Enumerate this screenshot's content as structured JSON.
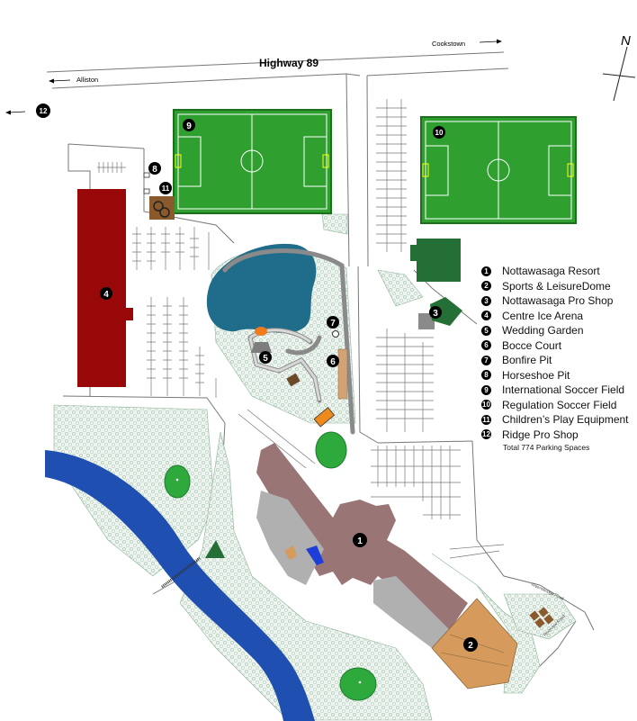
{
  "roads": {
    "highway": "Highway 89",
    "alliston": "Alliston",
    "cookstown": "Cookstown",
    "greensbridge": "Greensbridge Road",
    "riverview": "Riverview Road"
  },
  "compass": "N",
  "markers": [
    "1",
    "2",
    "3",
    "4",
    "5",
    "6",
    "7",
    "8",
    "9",
    "10",
    "11",
    "12"
  ],
  "legend": {
    "items": [
      {
        "num": "1",
        "label": "Nottawasaga Resort"
      },
      {
        "num": "2",
        "label": "Sports & LeisureDome"
      },
      {
        "num": "3",
        "label": "Nottawasaga Pro Shop"
      },
      {
        "num": "4",
        "label": "Centre Ice Arena"
      },
      {
        "num": "5",
        "label": "Wedding Garden"
      },
      {
        "num": "6",
        "label": "Bocce Court"
      },
      {
        "num": "7",
        "label": "Bonfire Pit"
      },
      {
        "num": "8",
        "label": "Horseshoe Pit"
      },
      {
        "num": "9",
        "label": "International Soccer Field"
      },
      {
        "num": "10",
        "label": "Regulation Soccer Field"
      },
      {
        "num": "11",
        "label": "Children’s Play Equipment"
      },
      {
        "num": "12",
        "label": "Ridge Pro Shop"
      }
    ],
    "total": "Total 774 Parking Spaces"
  },
  "colors": {
    "field": "#2fa030",
    "field_border": "#1d6e1d",
    "arena": "#980808",
    "pond": "#1d6d8c",
    "river": "#1f4fb0",
    "resort": "#9a7575",
    "dome": "#d59a5c",
    "proshop": "#236f36",
    "tree_area": "#e6efe9",
    "grey_building": "#b0b0b0"
  }
}
